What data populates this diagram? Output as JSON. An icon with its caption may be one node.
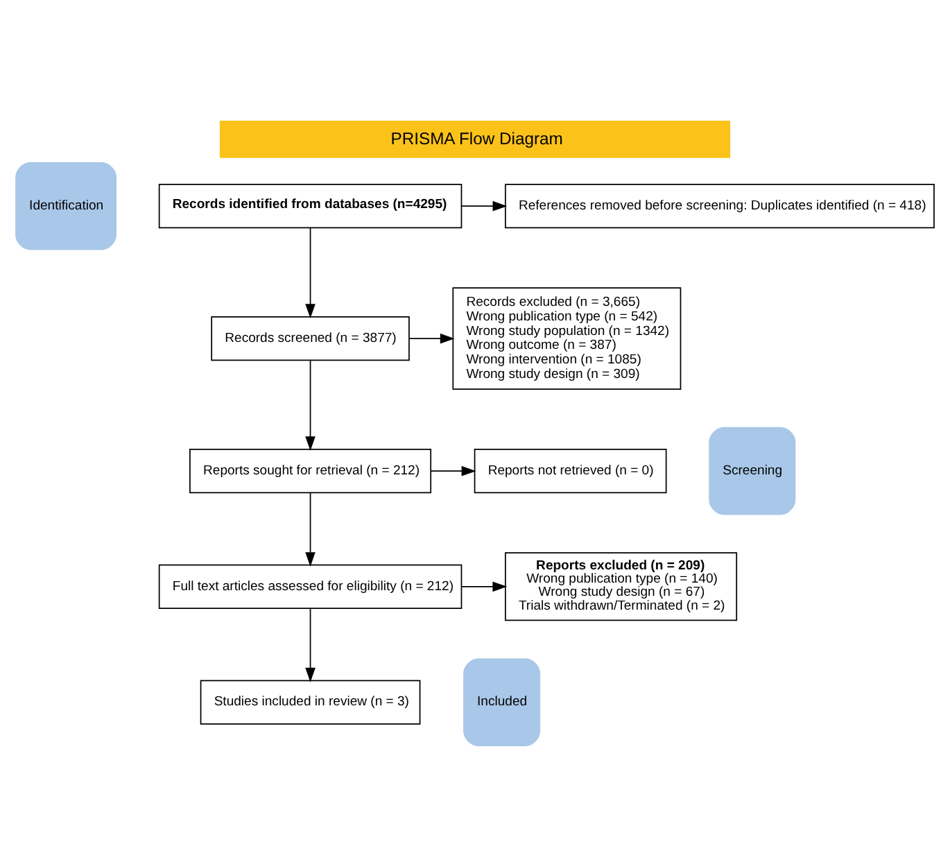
{
  "diagram": {
    "title": "PRISMA Flow Diagram",
    "nodes": [
      {
        "text": [
          "Identification"
        ]
      },
      {
        "text": [
          "Records identified from databases (n=4295)"
        ]
      },
      {
        "text": [
          "References removed before screening: Duplicates identified (n = 418)"
        ]
      },
      {
        "text": [
          "Screening"
        ]
      },
      {
        "text": [
          "Records screened (n = 3877)"
        ]
      },
      {
        "text": [
          "Records excluded (n = 3,665)",
          "Wrong publication type (n = 542)",
          "Wrong study population (n = 1342)",
          "Wrong outcome (n = 387)",
          "Wrong intervention (n = 1085)",
          "Wrong study design (n = 309)"
        ]
      },
      {
        "text": [
          "Reports sought for retrieval (n = 212)"
        ]
      },
      {
        "text": [
          "Reports not retrieved (n = 0)"
        ]
      },
      {
        "text": [
          "Full text articles assessed for eligibility (n = 212)"
        ]
      },
      {
        "text": [
          "Reports excluded (n = 209)",
          "Wrong publication type (n = 140)",
          "Wrong study design (n = 67)",
          "Trials withdrawn/Terminated (n = 2)"
        ]
      },
      {
        "text": [
          "Included"
        ]
      },
      {
        "text": [
          "Studies included in review (n = 3)"
        ]
      }
    ],
    "edges": [
      {
        "from": 1,
        "to": 2,
        "arrow": "to"
      },
      {
        "from": 1,
        "to": 4,
        "arrow": "to"
      },
      {
        "from": 4,
        "to": 5,
        "arrow": "to"
      },
      {
        "from": 4,
        "to": 6,
        "arrow": "to"
      },
      {
        "from": 6,
        "to": 7,
        "arrow": "to"
      },
      {
        "from": 6,
        "to": 8,
        "arrow": "to"
      },
      {
        "from": 8,
        "to": 9,
        "arrow": "to"
      },
      {
        "from": 8,
        "to": 11,
        "arrow": "to"
      }
    ]
  }
}
